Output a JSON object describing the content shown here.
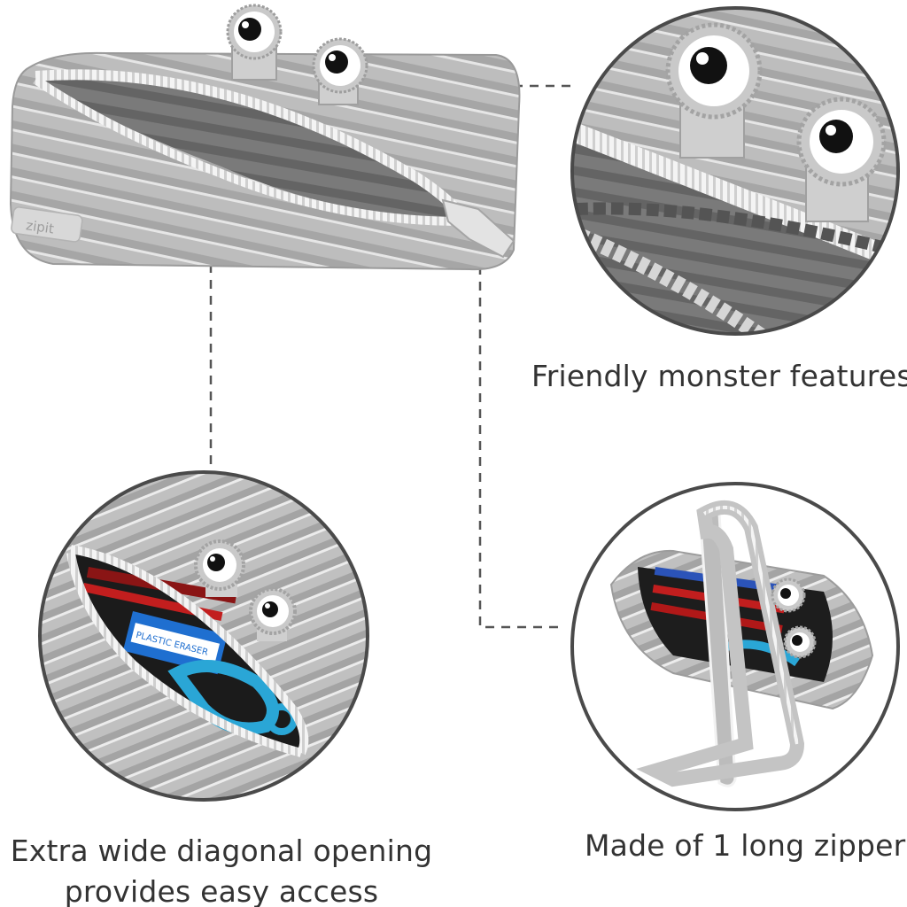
{
  "captions": {
    "features": "Friendly monster features",
    "opening_line1": "Extra wide diagonal opening",
    "opening_line2": "provides easy access",
    "zipper": "Made of 1 long zipper"
  },
  "product": {
    "brand_tag": "zipit",
    "eraser_label": "PLASTIC ERASER"
  },
  "colors": {
    "fabric": "#b9b9b9",
    "fabric_dark": "#8c8c8c",
    "lining": "#777777",
    "zipper_teeth": "#ffffff",
    "circle_border": "#4a4a4a",
    "dashed_line": "#555555",
    "caption_text": "#333333",
    "scissors": "#2aa6d6"
  }
}
